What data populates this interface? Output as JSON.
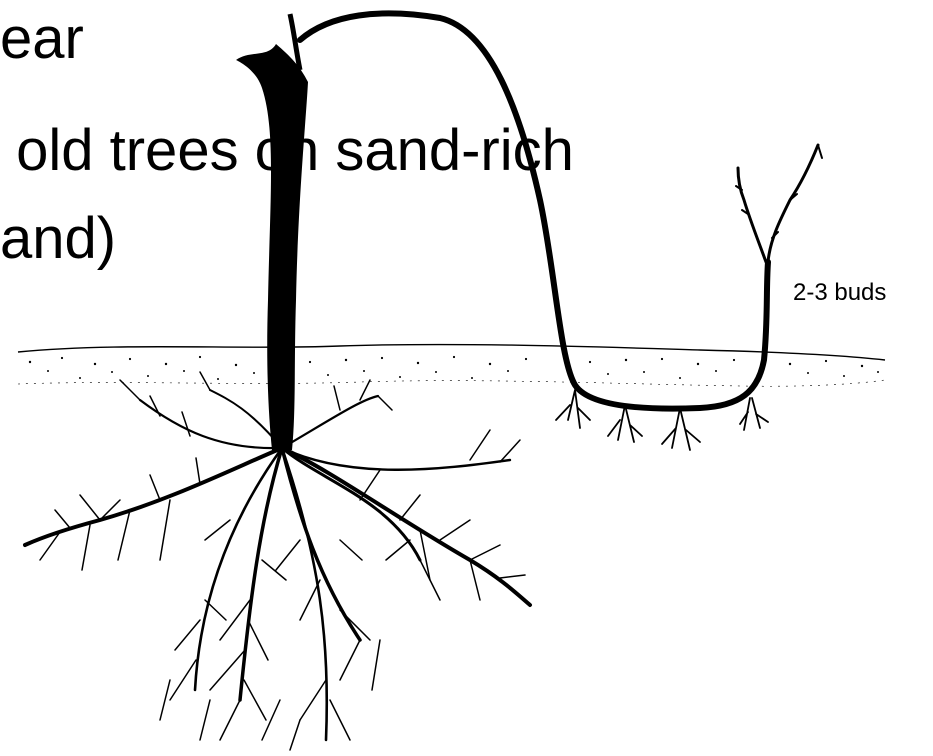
{
  "slide": {
    "text_lines": [
      "ear",
      " old trees on sand-rich",
      "and)"
    ]
  },
  "diagram": {
    "label": "2-3 buds",
    "colors": {
      "ink": "#000000",
      "background": "#ffffff"
    }
  }
}
